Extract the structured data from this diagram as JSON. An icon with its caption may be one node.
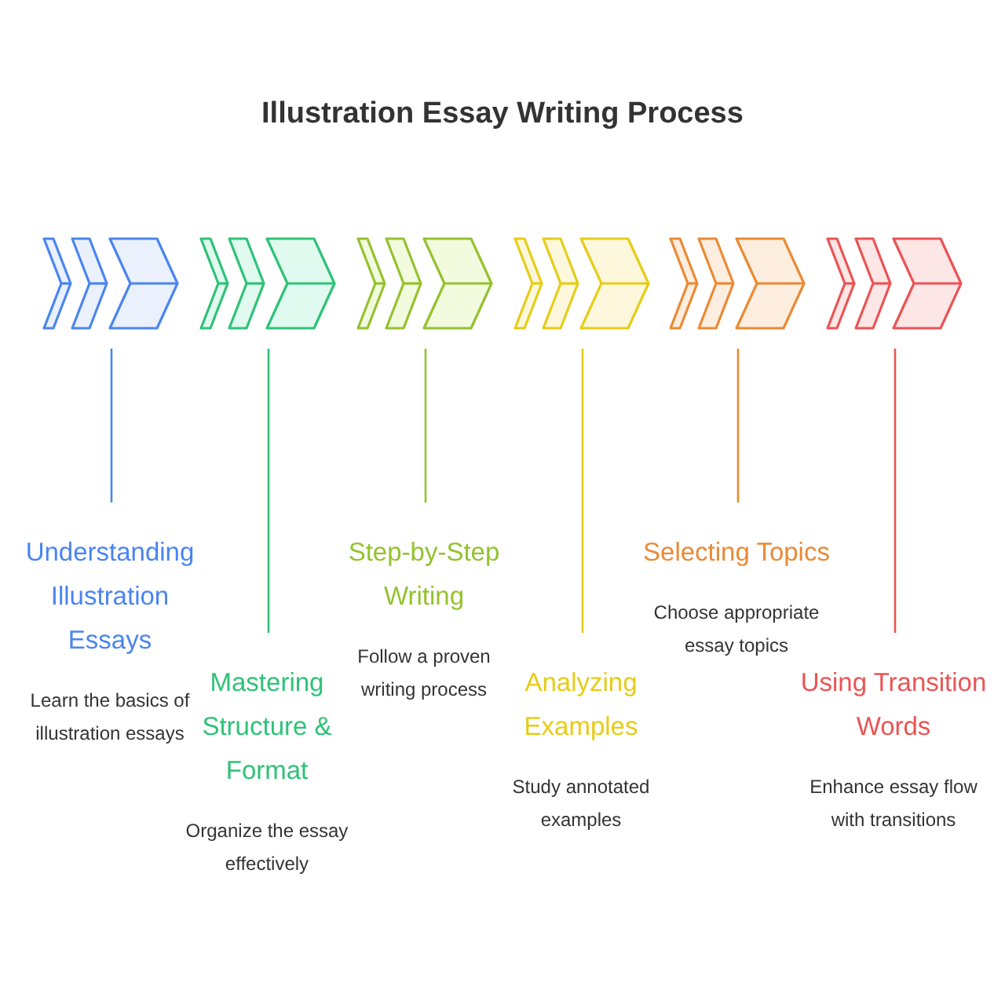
{
  "diagram": {
    "title": "Illustration Essay Writing Process",
    "nodes": [
      {
        "text": [],
        "shape": "chevron"
      },
      {
        "text": [],
        "shape": "chevron"
      },
      {
        "text": [],
        "shape": "chevron"
      },
      {
        "text": [],
        "shape": "chevron"
      },
      {
        "text": [],
        "shape": "chevron"
      },
      {
        "text": [],
        "shape": "chevron"
      },
      {
        "text": [
          "Understanding Illustration Essays",
          "Learn the basics of illustration essays"
        ]
      },
      {
        "text": [
          "Mastering Structure & Format",
          "Organize the essay effectively"
        ]
      },
      {
        "text": [
          "Step-by-Step Writing",
          "Follow a proven writing process"
        ]
      },
      {
        "text": [
          "Analyzing Examples",
          "Study annotated examples"
        ]
      },
      {
        "text": [
          "Selecting Topics",
          "Choose appropriate essay topics"
        ]
      },
      {
        "text": [
          "Using Transition Words",
          "Enhance essay flow with transitions"
        ]
      }
    ],
    "edges": [
      {
        "from": 0,
        "to": 6,
        "arrow": "none",
        "color": "#4a85f0"
      },
      {
        "from": 1,
        "to": 7,
        "arrow": "none",
        "color": "#2fc277"
      },
      {
        "from": 2,
        "to": 8,
        "arrow": "none",
        "color": "#94c22e"
      },
      {
        "from": 3,
        "to": 9,
        "arrow": "none",
        "color": "#e6cc17"
      },
      {
        "from": 4,
        "to": 10,
        "arrow": "none",
        "color": "#ea8a35"
      },
      {
        "from": 5,
        "to": 11,
        "arrow": "none",
        "color": "#ea5455"
      }
    ]
  }
}
